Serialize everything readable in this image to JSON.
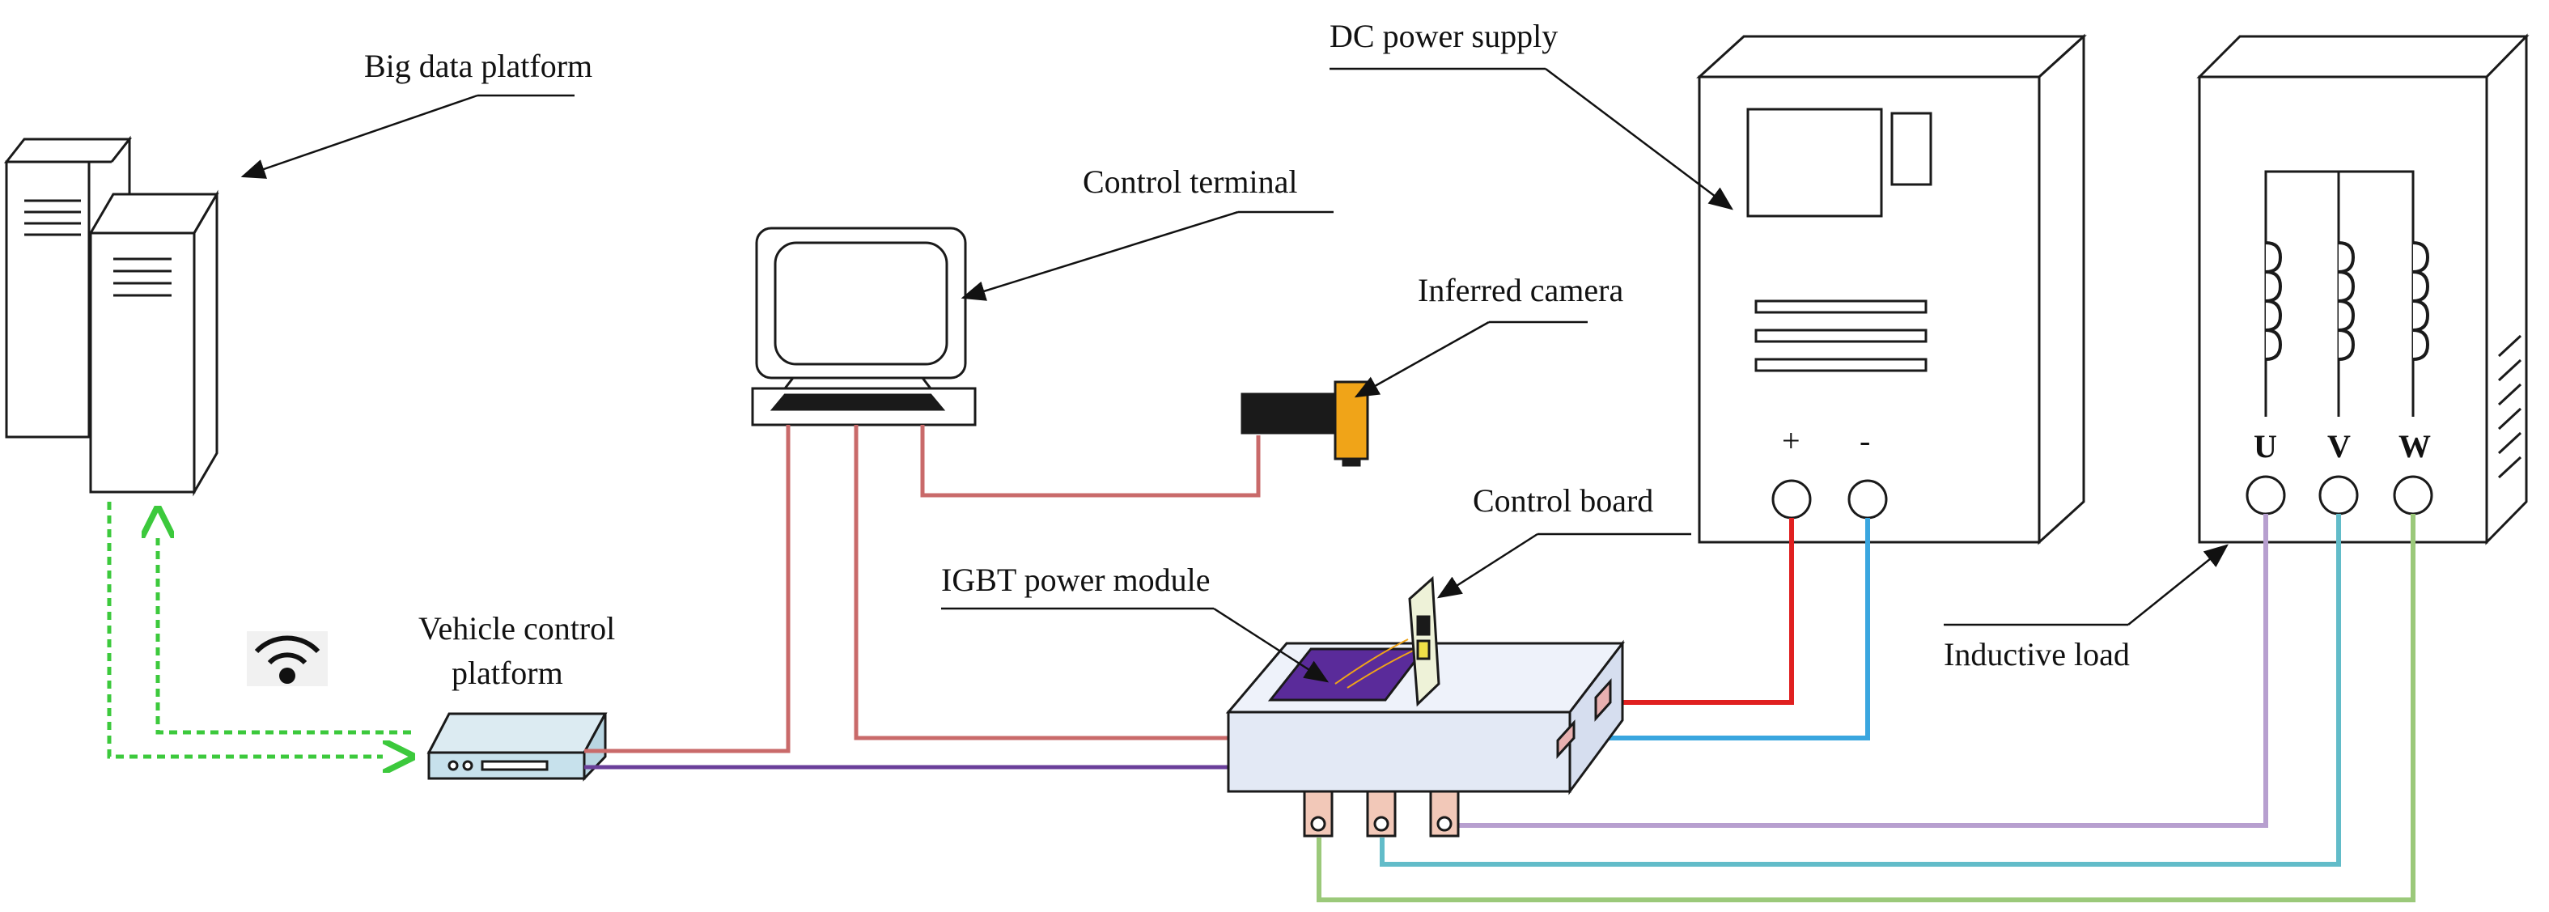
{
  "labels": {
    "big_data_platform": "Big data platform",
    "control_terminal": "Control terminal",
    "dc_power_supply": "DC power supply",
    "inferred_camera": "Inferred camera",
    "control_board": "Control board",
    "igbt_power_module": "IGBT power module",
    "vehicle_control_line1": "Vehicle control",
    "vehicle_control_line2": "platform",
    "inductive_load": "Inductive load"
  },
  "dc_terminals": {
    "plus": "+",
    "minus": "-"
  },
  "load_terminals": {
    "u": "U",
    "v": "V",
    "w": "W"
  },
  "colors": {
    "outline": "#1a1a1a",
    "terminal_cable": "#c96a6a",
    "dc_plus": "#e02020",
    "dc_minus": "#3aa6df",
    "phase_u": "#b79fcf",
    "phase_v": "#62bcc9",
    "phase_w": "#9bc97a",
    "vehicle_link": "#6a3f9a",
    "wireless_link": "#3cc93c",
    "camera_body": "#1a1a1a",
    "camera_lens": "#f0a418",
    "module_fill": "#e6ecf7",
    "chip_fill": "#5a2b9a"
  },
  "icons": [
    "server-icon",
    "computer-icon",
    "camera-icon",
    "wifi-icon",
    "inductor-icon"
  ]
}
